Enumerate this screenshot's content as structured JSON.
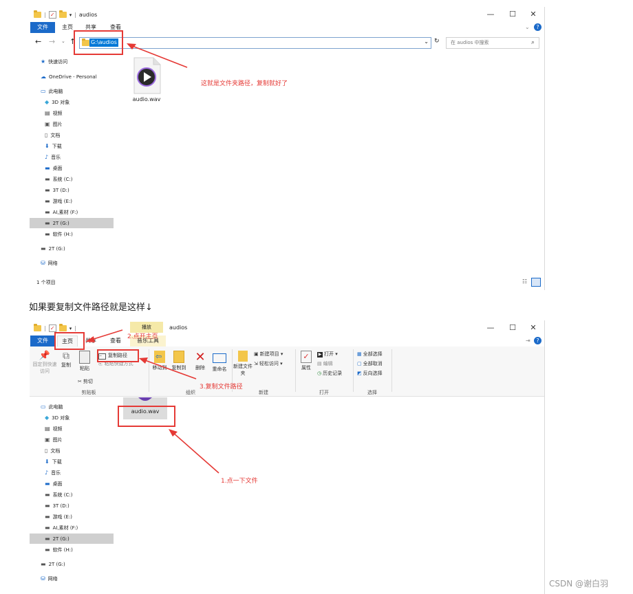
{
  "window1": {
    "title": "audios",
    "tabs": [
      "文件",
      "主页",
      "共享",
      "查看"
    ],
    "address": "G:\\audios",
    "search_placeholder": "在 audios 中搜索",
    "nav": [
      {
        "label": "快速访问",
        "icon": "star-icon"
      },
      {
        "label": "OneDrive - Personal",
        "icon": "cloud-icon"
      },
      {
        "label": "此电脑",
        "icon": "computer-icon"
      },
      {
        "label": "3D 对象",
        "icon": "cube-icon"
      },
      {
        "label": "视频",
        "icon": "video-icon"
      },
      {
        "label": "图片",
        "icon": "picture-icon"
      },
      {
        "label": "文档",
        "icon": "document-icon"
      },
      {
        "label": "下载",
        "icon": "download-icon"
      },
      {
        "label": "音乐",
        "icon": "music-icon"
      },
      {
        "label": "桌面",
        "icon": "desktop-icon"
      },
      {
        "label": "系统 (C:)",
        "icon": "drive-icon"
      },
      {
        "label": "3T (D:)",
        "icon": "drive-icon"
      },
      {
        "label": "游戏 (E:)",
        "icon": "drive-icon"
      },
      {
        "label": "AI,素材 (F:)",
        "icon": "drive-icon"
      },
      {
        "label": "2T (G:)",
        "icon": "drive-icon"
      },
      {
        "label": "软件 (H:)",
        "icon": "drive-icon"
      },
      {
        "label": "2T (G:)",
        "icon": "drive-icon"
      },
      {
        "label": "网络",
        "icon": "network-icon"
      }
    ],
    "file_name": "audio.wav",
    "status": "1 个项目",
    "annotation": "这就是文件夹路径，复制就好了"
  },
  "caption": "如果要复制文件路径就是这样↓",
  "window2": {
    "title": "audios",
    "context_tab": "播放",
    "context_group": "音乐工具",
    "tabs": [
      "文件",
      "主页",
      "共享",
      "查看"
    ],
    "ribbon": {
      "pin": "固定到快速访问",
      "copy": "复制",
      "paste": "粘贴",
      "copy_path": "复制路径",
      "paste_shortcut": "粘贴快捷方式",
      "cut": "剪切",
      "move_to": "移动到",
      "copy_to": "复制到",
      "delete": "删除",
      "rename": "重命名",
      "new_folder": "新建文件夹",
      "new_item": "新建项目",
      "easy_access": "轻松访问",
      "properties": "属性",
      "open": "打开",
      "edit": "编辑",
      "history": "历史记录",
      "select_all": "全部选择",
      "select_none": "全部取消",
      "invert": "反向选择",
      "groups": [
        "剪贴板",
        "组织",
        "新建",
        "打开",
        "选择"
      ]
    },
    "nav": [
      {
        "label": "此电脑",
        "icon": "computer-icon"
      },
      {
        "label": "3D 对象",
        "icon": "cube-icon"
      },
      {
        "label": "视频",
        "icon": "video-icon"
      },
      {
        "label": "图片",
        "icon": "picture-icon"
      },
      {
        "label": "文档",
        "icon": "document-icon"
      },
      {
        "label": "下载",
        "icon": "download-icon"
      },
      {
        "label": "音乐",
        "icon": "music-icon"
      },
      {
        "label": "桌面",
        "icon": "desktop-icon"
      },
      {
        "label": "系统 (C:)",
        "icon": "drive-icon"
      },
      {
        "label": "3T (D:)",
        "icon": "drive-icon"
      },
      {
        "label": "游戏 (E:)",
        "icon": "drive-icon"
      },
      {
        "label": "AI,素材 (F:)",
        "icon": "drive-icon"
      },
      {
        "label": "2T (G:)",
        "icon": "drive-icon"
      },
      {
        "label": "软件 (H:)",
        "icon": "drive-icon"
      },
      {
        "label": "2T (G:)",
        "icon": "drive-icon"
      },
      {
        "label": "网络",
        "icon": "network-icon"
      }
    ],
    "file_name": "audio.wav",
    "annotations": [
      "2.点开主页",
      "3.复制文件路径",
      "1.点一下文件"
    ]
  },
  "watermark": "CSDN @谢白羽",
  "colors": {
    "accent": "#1b6ac9",
    "annotation": "#e53935",
    "selection": "#0078d7"
  }
}
